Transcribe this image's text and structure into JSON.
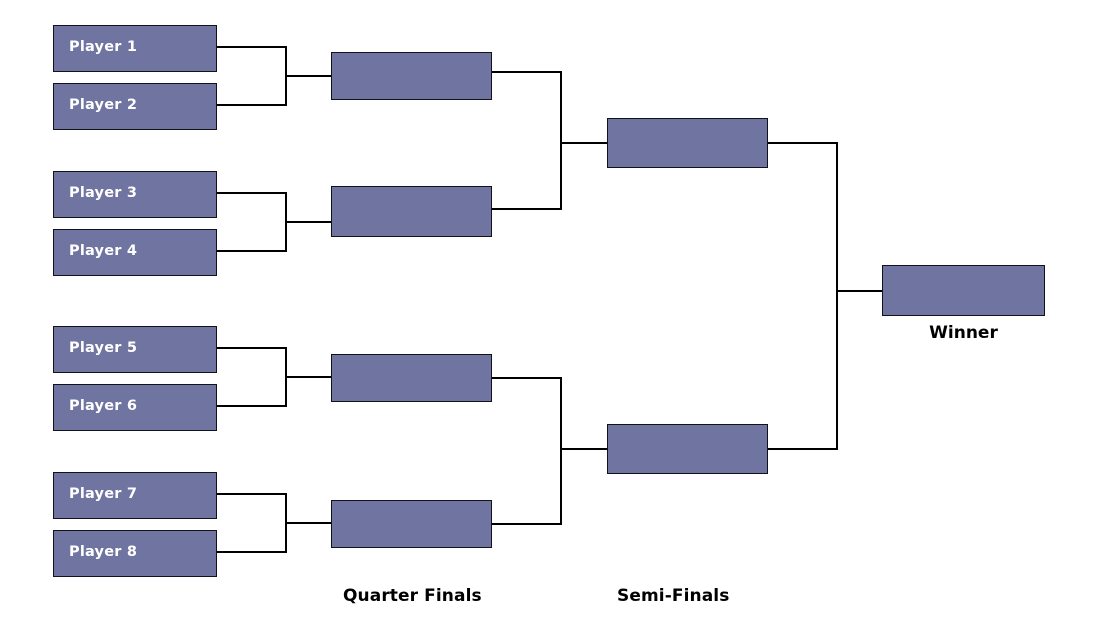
{
  "diagram": {
    "title": "Tournament Bracket",
    "type": "single-elimination-bracket",
    "participant_count": 8,
    "colors": {
      "slot_fill": "#6f74a0",
      "slot_border": "#12121c",
      "connector": "#000000",
      "slot_text": "#ffffff",
      "label_text": "#000000",
      "background": "#ffffff"
    }
  },
  "round_one": {
    "label": "",
    "slots": [
      {
        "label": "Player 1"
      },
      {
        "label": "Player 2"
      },
      {
        "label": "Player 3"
      },
      {
        "label": "Player 4"
      },
      {
        "label": "Player 5"
      },
      {
        "label": "Player 6"
      },
      {
        "label": "Player 7"
      },
      {
        "label": "Player 8"
      }
    ]
  },
  "quarter_finals": {
    "label": "Quarter Finals",
    "slots": [
      {
        "label": ""
      },
      {
        "label": ""
      },
      {
        "label": ""
      },
      {
        "label": ""
      }
    ]
  },
  "semi_finals": {
    "label": "Semi-Finals",
    "slots": [
      {
        "label": ""
      },
      {
        "label": ""
      }
    ]
  },
  "final": {
    "label": "Winner",
    "slots": [
      {
        "label": ""
      }
    ]
  }
}
